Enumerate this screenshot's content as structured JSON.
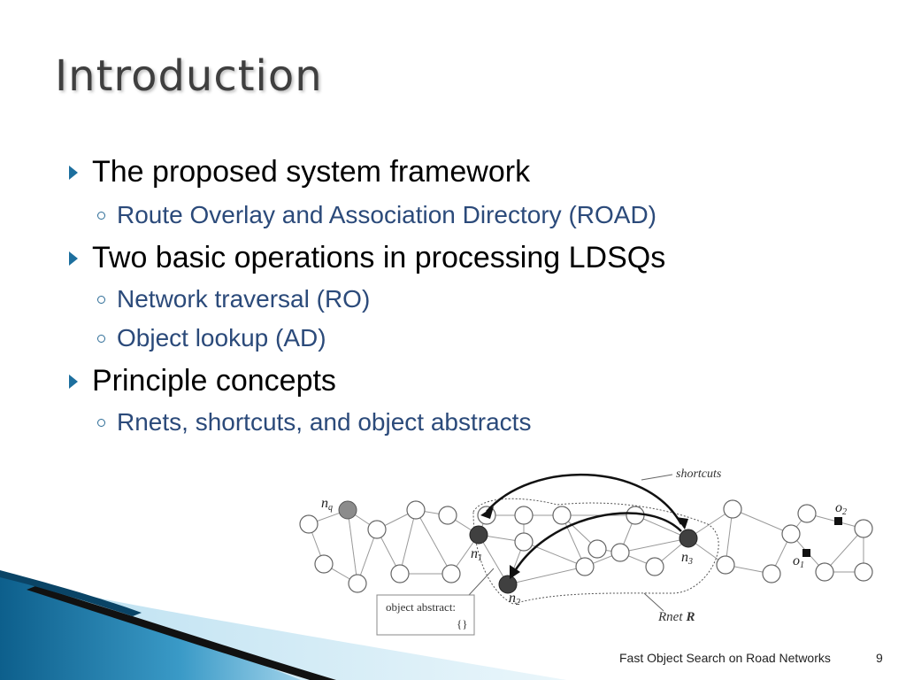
{
  "slide": {
    "title": "Introduction",
    "bullets": [
      {
        "text": "The proposed system framework",
        "sub": [
          "Route Overlay and Association Directory (ROAD)"
        ]
      },
      {
        "text": "Two basic operations in processing LDSQs",
        "sub": [
          "Network traversal (RO)",
          "Object lookup (AD)"
        ]
      },
      {
        "text": "Principle concepts",
        "sub": [
          "Rnets, shortcuts, and object abstracts"
        ]
      }
    ],
    "footer": "Fast Object Search on Road Networks",
    "page_number": "9"
  },
  "figure": {
    "shortcuts_label": "shortcuts",
    "rnet_label": "Rnet",
    "rnet_symbol": "R",
    "object_abstract_label": "object abstract:",
    "object_abstract_value": "{}",
    "node_nq": "n",
    "node_nq_sub": "q",
    "node_n1": "n",
    "node_n1_sub": "1",
    "node_n2": "n",
    "node_n2_sub": "2",
    "node_n3": "n",
    "node_n3_sub": "3",
    "obj_o1": "o",
    "obj_o1_sub": "1",
    "obj_o2": "o",
    "obj_o2_sub": "2"
  },
  "colors": {
    "accent": "#1d6f9e",
    "sub_text": "#2b4a7a",
    "dark_node": "#404040",
    "query_node": "#8c8c8c"
  }
}
